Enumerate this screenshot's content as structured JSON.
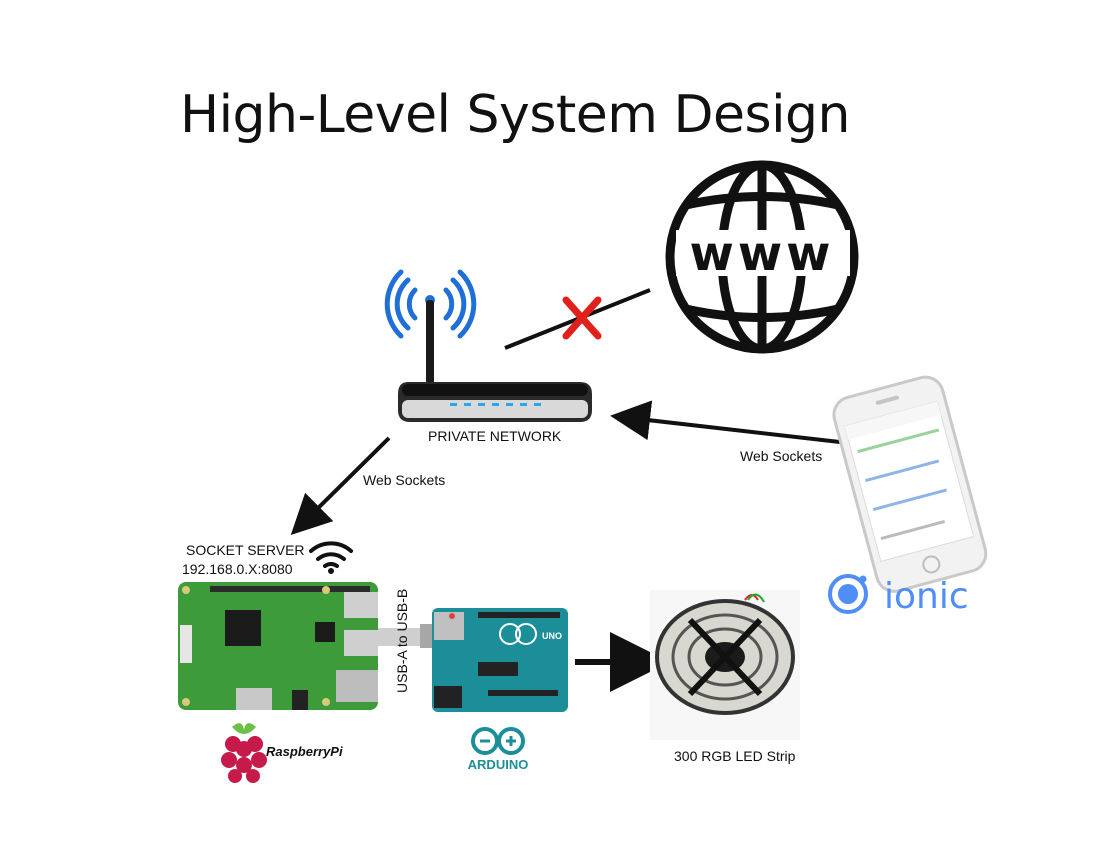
{
  "diagram": {
    "title": "High-Level System Design",
    "router_label": "PRIVATE NETWORK",
    "web_sockets_left": "Web Sockets",
    "web_sockets_right": "Web Sockets",
    "socket_server_label": "SOCKET SERVER",
    "socket_server_address": "192.168.0.X:8080",
    "usb_label": "USB-A to USB-B",
    "led_label": "300 RGB LED Strip",
    "raspberry_label": "RaspberryPi",
    "arduino_label": "ARDUINO",
    "arduino_board_text": "UNO",
    "ionic_label": "ionic",
    "www_text": "www",
    "colors": {
      "wifi_blue": "#1f6fd6",
      "cross_red": "#e0201b",
      "pi_green": "#3d9b3a",
      "arduino_teal": "#1c8e99",
      "ionic_blue": "#4f8ef7",
      "raspberry_red": "#c51a4a"
    }
  }
}
